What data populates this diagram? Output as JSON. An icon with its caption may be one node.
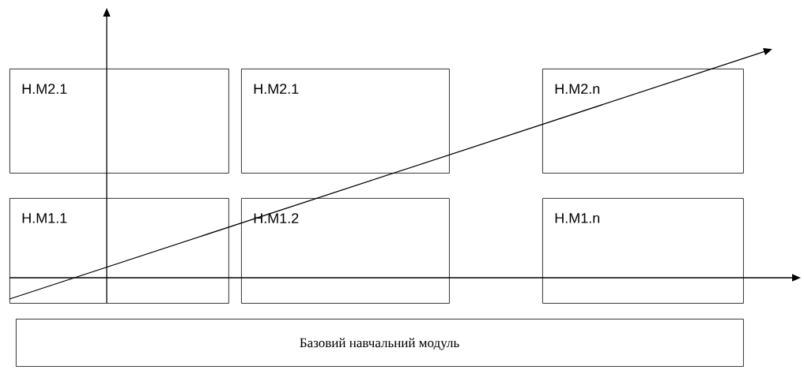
{
  "diagram": {
    "nodes": [
      {
        "text": [
          "Н.М2.1"
        ]
      },
      {
        "text": [
          "Н.М2.1"
        ]
      },
      {
        "text": [
          "Н.М2.n"
        ]
      },
      {
        "text": [
          "Н.М1.1"
        ]
      },
      {
        "text": [
          "Н.М1.2"
        ]
      },
      {
        "text": [
          "Н.М1.n"
        ]
      },
      {
        "text": [
          "Базовий навчальний модуль"
        ]
      }
    ]
  }
}
